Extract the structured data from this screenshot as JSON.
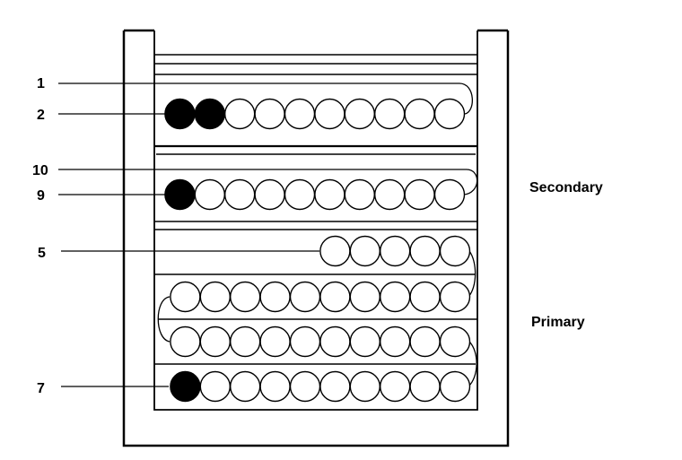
{
  "labels": {
    "wire_1": "1",
    "row_2": "2",
    "wire_10": "10",
    "row_9": "9",
    "row_5": "5",
    "row_7": "7"
  },
  "groups": {
    "secondary": "Secondary",
    "primary": "Primary"
  },
  "rows": [
    {
      "id": "row-2",
      "beads": 10,
      "filled": 2
    },
    {
      "id": "row-9",
      "beads": 10,
      "filled": 1
    },
    {
      "id": "row-5",
      "beads": 5,
      "filled": 0
    },
    {
      "id": "row-primary-a",
      "beads": 10,
      "filled": 0
    },
    {
      "id": "row-primary-b",
      "beads": 10,
      "filled": 0
    },
    {
      "id": "row-7",
      "beads": 10,
      "filled": 1
    }
  ]
}
